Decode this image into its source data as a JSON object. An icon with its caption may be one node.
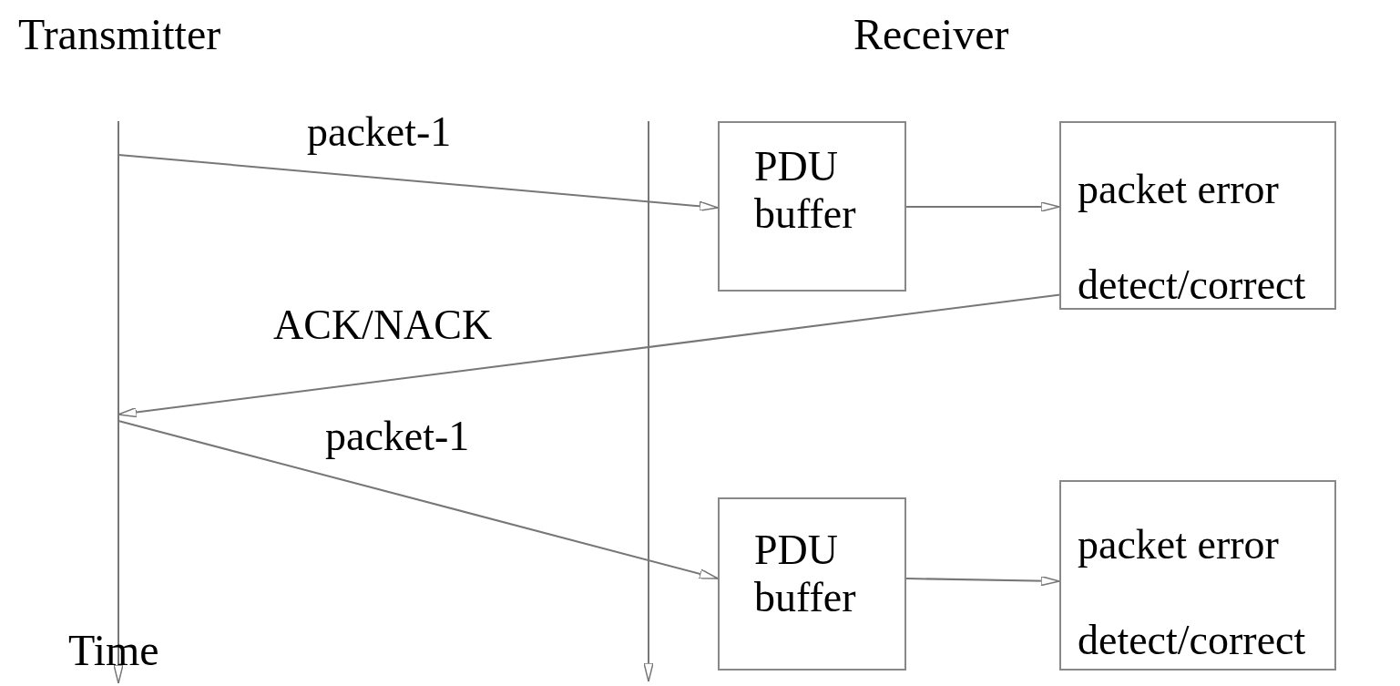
{
  "diagram": {
    "nodes": [
      {
        "text": [
          "PDU buffer"
        ]
      },
      {
        "text": [
          "packet error detect/correct"
        ]
      },
      {
        "text": [
          "PDU buffer"
        ]
      },
      {
        "text": [
          "packet error detect/correct"
        ]
      }
    ],
    "edges": [
      {
        "from": null,
        "to": 0,
        "arrow": "to",
        "label": "packet-1"
      },
      {
        "from": 0,
        "to": 1,
        "arrow": "to"
      },
      {
        "from": 1,
        "to": null,
        "arrow": "to",
        "label": "ACK/NACK"
      },
      {
        "from": null,
        "to": 2,
        "arrow": "to",
        "label": "packet-1"
      },
      {
        "from": 2,
        "to": 3,
        "arrow": "to"
      }
    ],
    "labels": [
      "Transmitter",
      "Receiver",
      "Time"
    ]
  }
}
